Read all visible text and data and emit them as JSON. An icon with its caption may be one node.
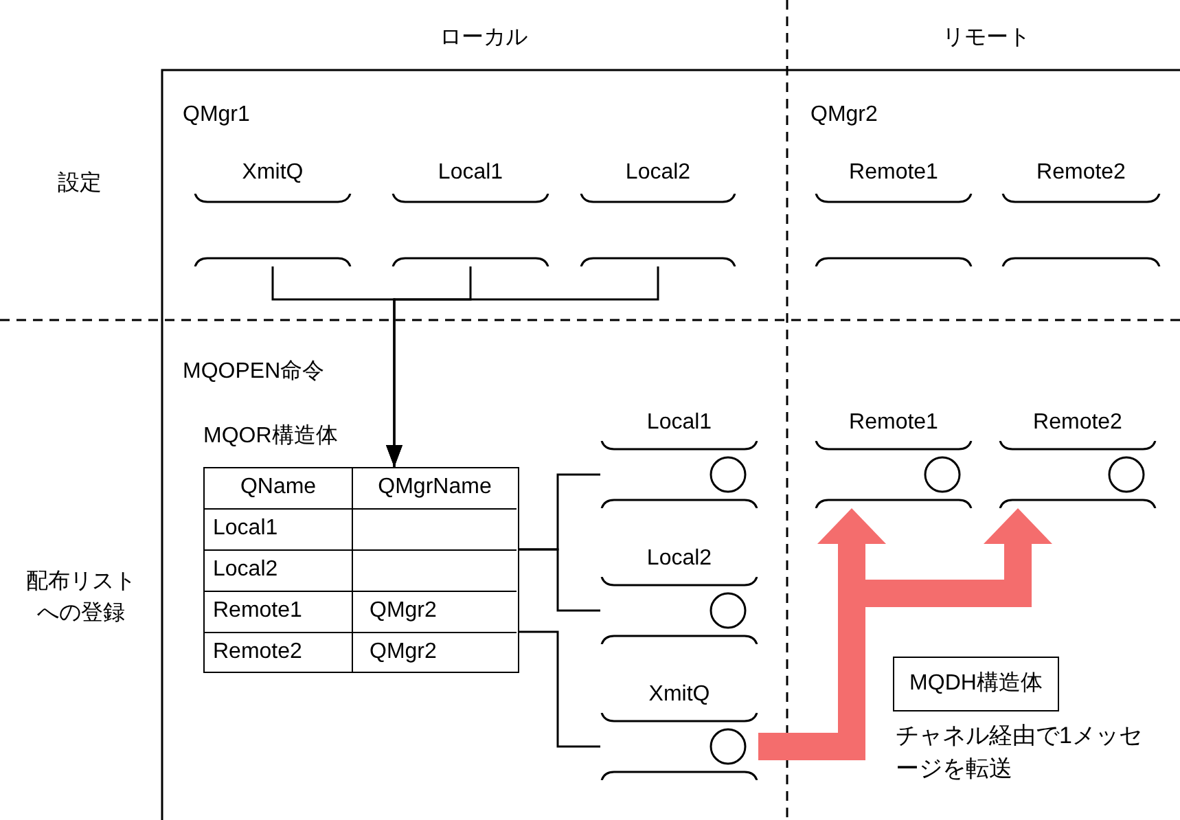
{
  "diagram": {
    "nodes": [
      {
        "text": [
          "XmitQ"
        ]
      },
      {
        "text": [
          "Local1"
        ]
      },
      {
        "text": [
          "Local2"
        ]
      },
      {
        "text": [
          "Remote1"
        ]
      },
      {
        "text": [
          "Remote2"
        ]
      },
      {
        "text": [
          "QName",
          "QMgrName",
          "Local1",
          "Local2",
          "Remote1",
          "QMgr2",
          "Remote2",
          "QMgr2"
        ],
        "beside": [
          "MQOR構造体"
        ]
      },
      {
        "text": [
          "Local1"
        ]
      },
      {
        "text": [
          "Local2"
        ]
      },
      {
        "text": [
          "XmitQ"
        ]
      },
      {
        "text": [
          "Remote1"
        ]
      },
      {
        "text": [
          "Remote2"
        ]
      },
      {
        "text": [
          "MQDH構造体"
        ],
        "beside": [
          "チャネル経由で1メッセージを転送"
        ]
      }
    ],
    "edges": [
      {
        "from": 0,
        "to": 5,
        "arrow": "to"
      },
      {
        "from": 1,
        "to": 5,
        "arrow": "to"
      },
      {
        "from": 2,
        "to": 5,
        "arrow": "to"
      },
      {
        "from": 5,
        "to": 6,
        "arrow": "none"
      },
      {
        "from": 5,
        "to": 7,
        "arrow": "none"
      },
      {
        "from": 5,
        "to": 8,
        "arrow": "none"
      },
      {
        "from": 8,
        "to": 9,
        "arrow": "to",
        "style": "thick",
        "color": "#f46d6d"
      },
      {
        "from": 8,
        "to": 10,
        "arrow": "to",
        "style": "thick",
        "color": "#f46d6d"
      }
    ],
    "labels": [
      "ローカル",
      "リモート",
      "設定",
      "配布リストへの登録",
      "QMgr1",
      "QMgr2",
      "MQOPEN命令"
    ]
  }
}
